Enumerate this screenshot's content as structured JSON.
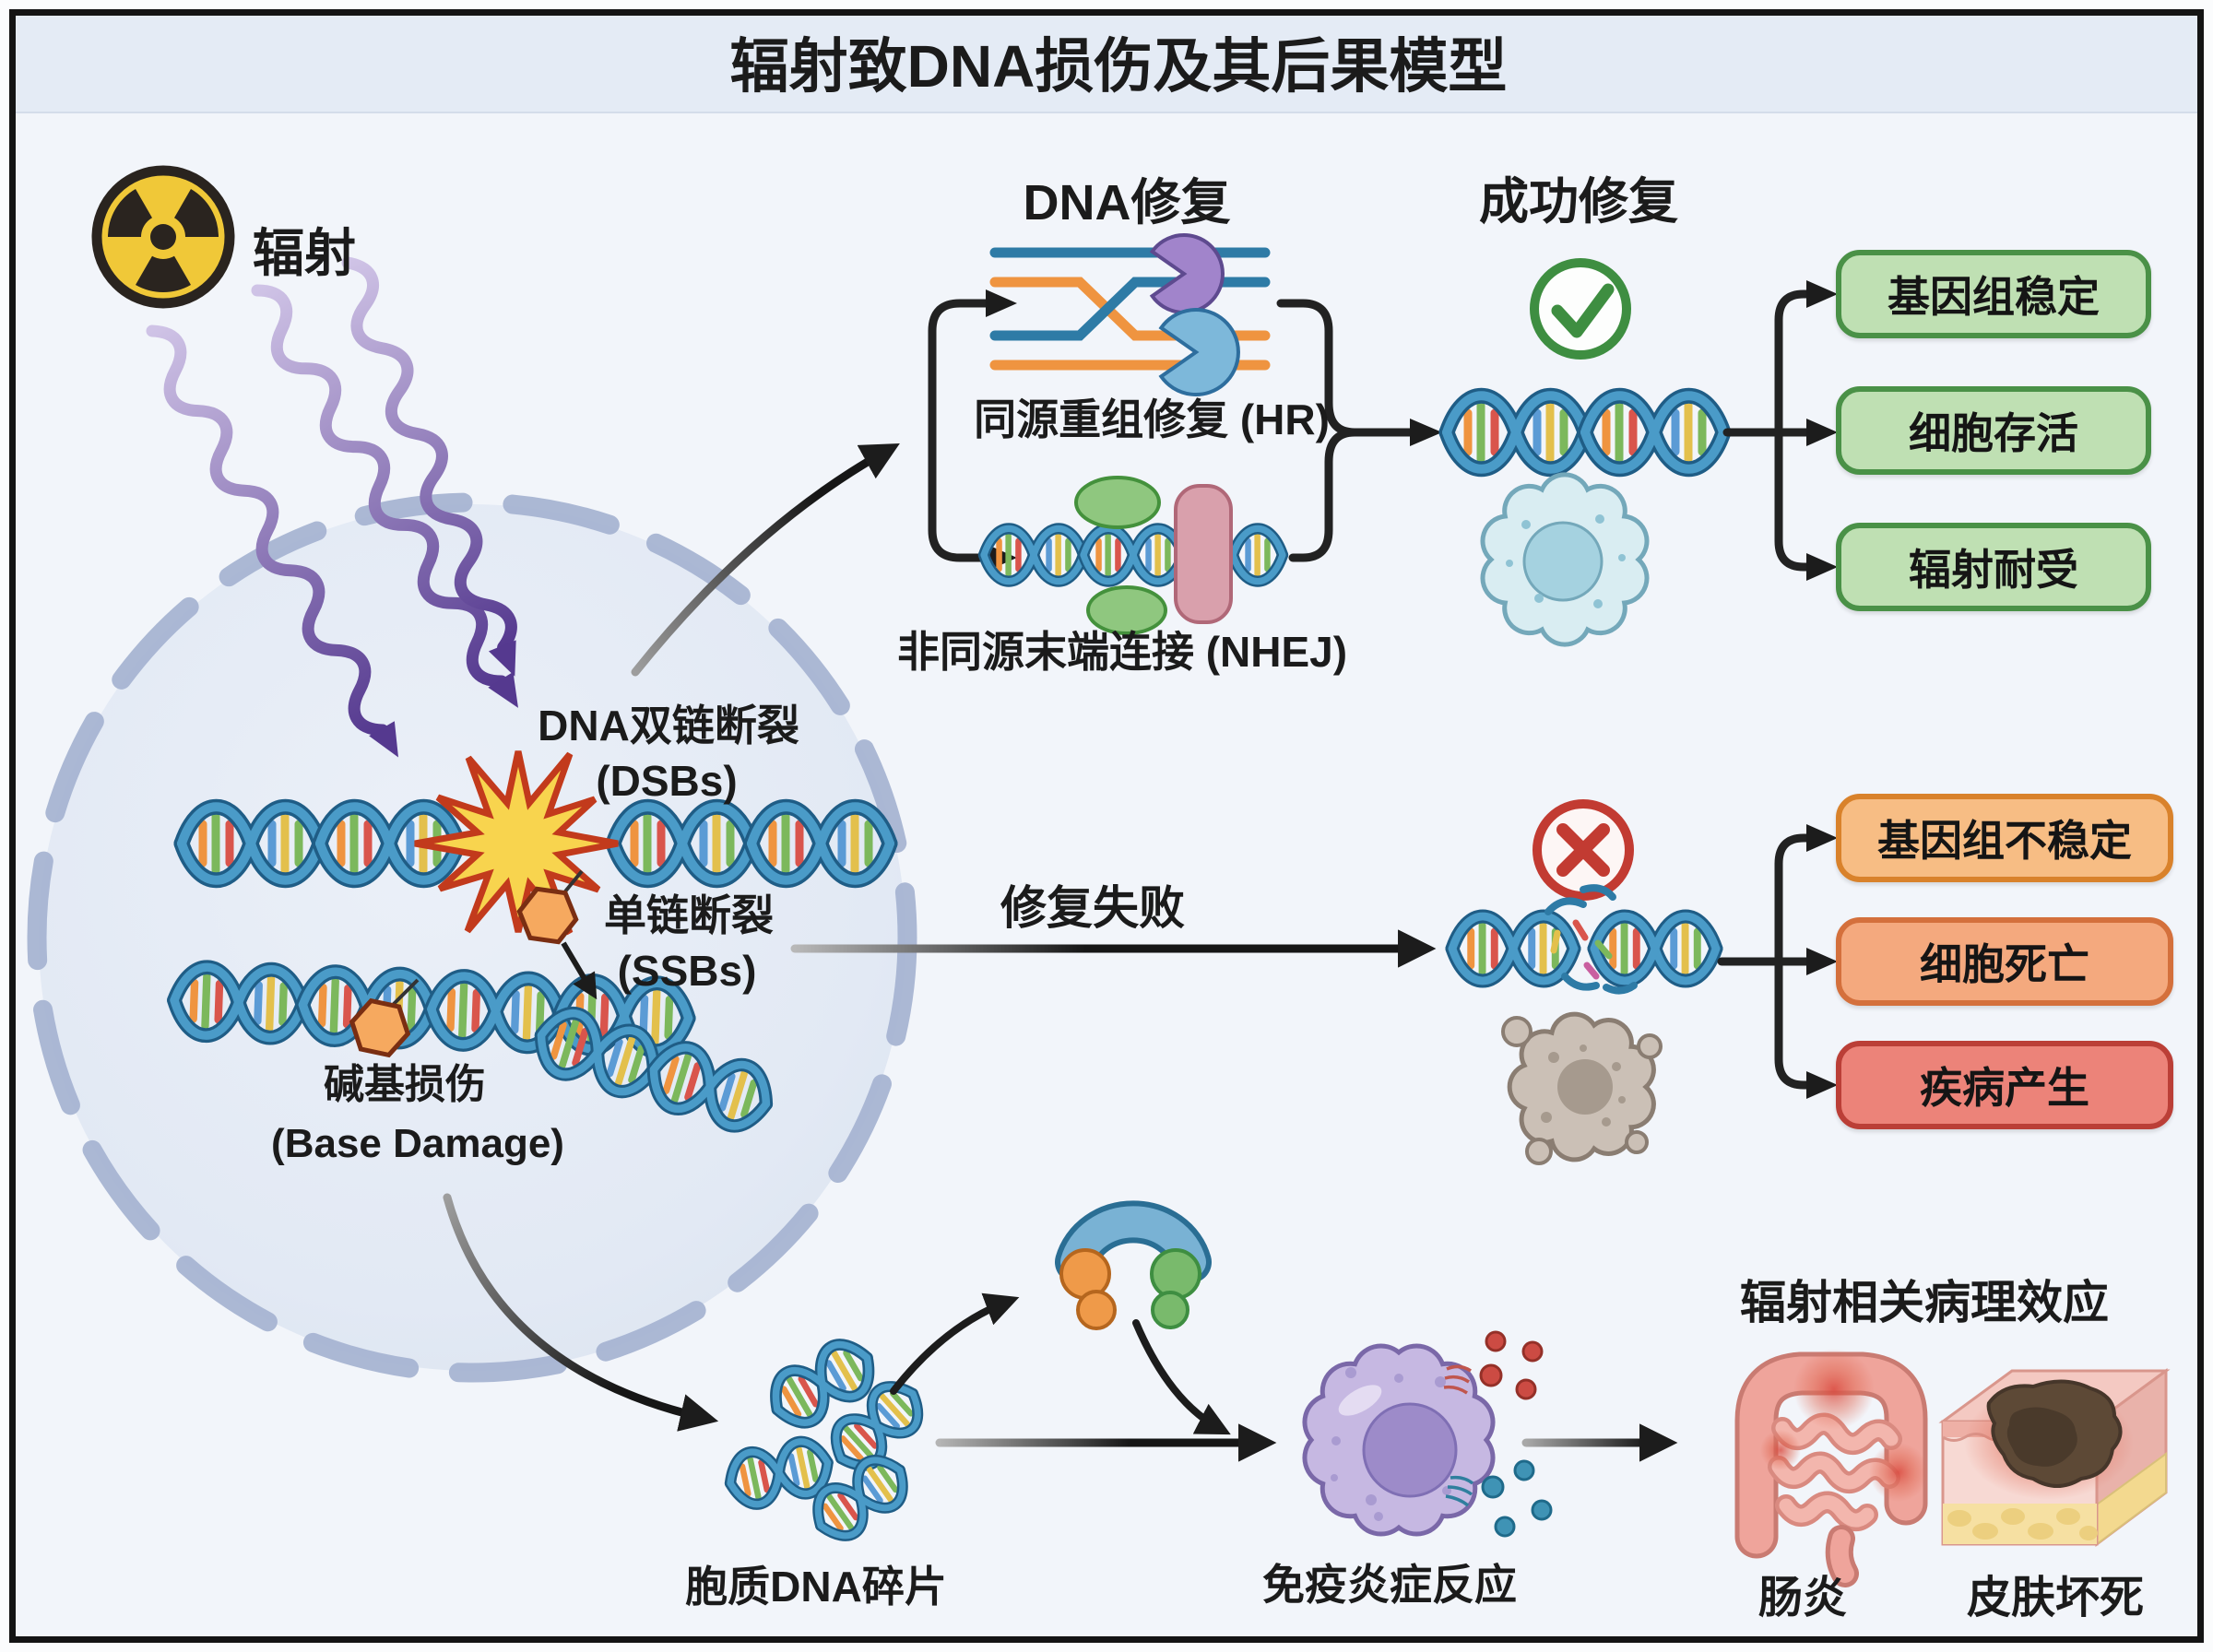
{
  "title": "辐射致DNA损伤及其后果模型",
  "radiation": {
    "label": "辐射"
  },
  "cell_damage": {
    "dsb_label": "DNA双链断裂",
    "dsb_abbr": "(DSBs)",
    "ssb_label": "单链断裂",
    "ssb_abbr": "(SSBs)",
    "base_label": "碱基损伤",
    "base_abbr": "(Base Damage)"
  },
  "repair": {
    "title": "DNA修复",
    "hr_label": "同源重组修复 (HR)",
    "nhej_label": "非同源末端连接 (NHEJ)"
  },
  "success": {
    "title": "成功修复",
    "outcomes": [
      "基因组稳定",
      "细胞存活",
      "辐射耐受"
    ]
  },
  "failure": {
    "title": "修复失败",
    "outcomes": [
      "基因组不稳定",
      "细胞死亡",
      "疾病产生"
    ]
  },
  "cytoplasm": {
    "fragments_label": "胞质DNA碎片",
    "immune_label": "免疫炎症反应"
  },
  "pathology": {
    "title": "辐射相关病理效应",
    "enteritis_label": "肠炎",
    "skin_label": "皮肤坏死"
  },
  "icons": {
    "radiation": "radiation-trefoil-icon",
    "repair_success": "check-circle-icon",
    "repair_failure": "cross-circle-icon"
  },
  "colors": {
    "success_green": "#4a9147",
    "warning_orange": "#d9822b",
    "danger_red": "#bb3f37",
    "dna_blue": "#2e7ba6",
    "radiation_purple": "#5a3d96",
    "radiation_yellow": "#f0c838"
  }
}
